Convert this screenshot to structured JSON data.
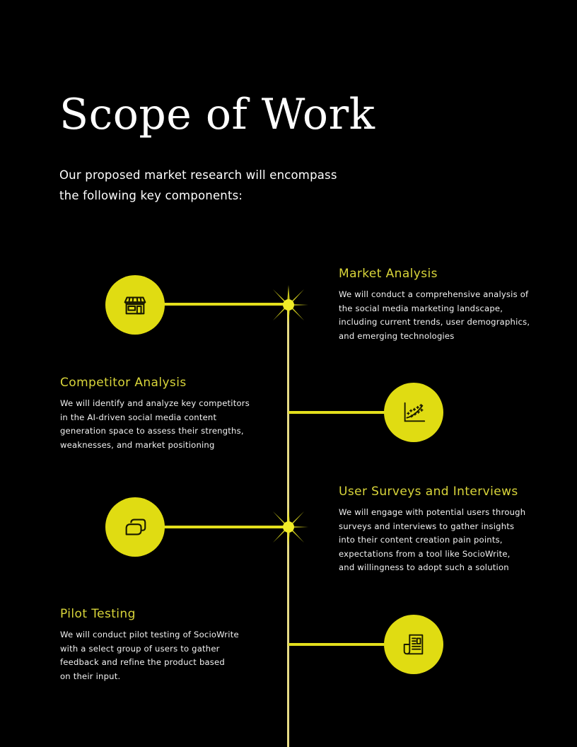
{
  "header": {
    "title": "Scope of Work",
    "intro_line1": "Our proposed market research will encompass",
    "intro_line2": "the following key components:"
  },
  "colors": {
    "background": "#000000",
    "accent_yellow": "#e0dc12",
    "heading_yellow": "#d9d53a",
    "timeline_line": "#e6da86",
    "text": "#ffffff"
  },
  "items": [
    {
      "title": "Market Analysis",
      "icon": "storefront-icon",
      "lines": [
        "We will conduct a comprehensive analysis of",
        "the social media marketing landscape,",
        "including current trends, user demographics,",
        "and emerging technologies"
      ]
    },
    {
      "title": "Competitor Analysis",
      "icon": "scatter-chart-icon",
      "lines": [
        "We will identify and analyze key competitors",
        "in the AI-driven social media content",
        "generation space to assess their strengths,",
        "weaknesses, and market positioning"
      ]
    },
    {
      "title": "User Surveys and Interviews",
      "icon": "chat-bubbles-icon",
      "lines": [
        "We will engage with potential users through",
        "surveys and interviews to gather insights",
        "into their content creation pain points,",
        "expectations from a tool like SocioWrite,",
        "and willingness to adopt such a solution"
      ]
    },
    {
      "title": "Pilot Testing",
      "icon": "newspaper-icon",
      "lines": [
        "We will conduct pilot testing of SocioWrite",
        "with a select group of users to gather",
        "feedback and refine the product based",
        "on their input."
      ]
    }
  ]
}
